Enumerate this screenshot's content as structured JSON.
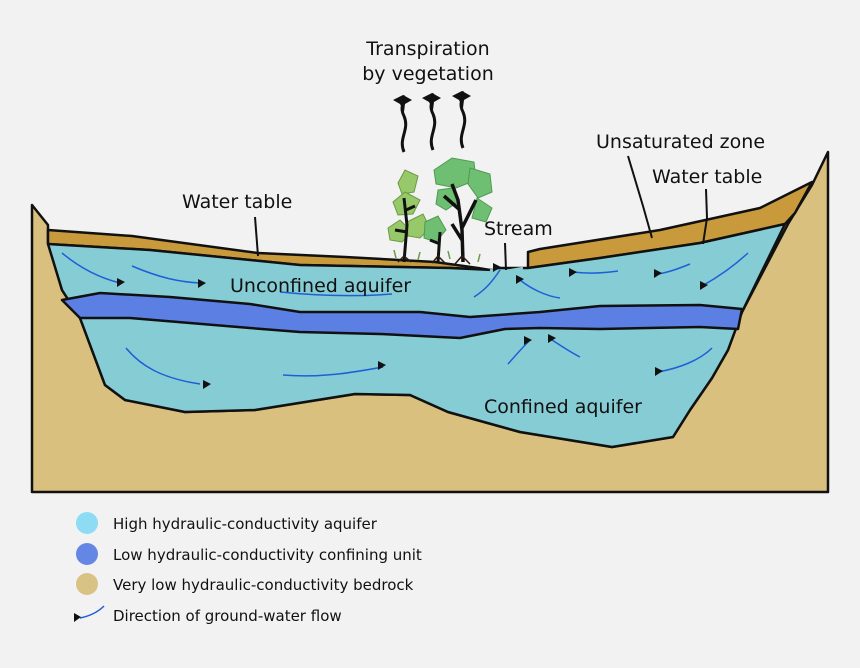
{
  "labels": {
    "transpiration_line1": "Transpiration",
    "transpiration_line2": "by vegetation",
    "water_table_left": "Water table",
    "unsaturated_zone": "Unsaturated zone",
    "water_table_right": "Water table",
    "stream": "Stream",
    "unconfined_aquifer": "Unconfined aquifer",
    "confined_aquifer": "Confined aquifer"
  },
  "legend": [
    {
      "label": "High hydraulic-conductivity aquifer",
      "color": "#8ddcf3"
    },
    {
      "label": "Low hydraulic-conductivity confining unit",
      "color": "#6487e6"
    },
    {
      "label": "Very low hydraulic-conductivity bedrock",
      "color": "#d9c384"
    },
    {
      "label": "Direction of ground-water flow",
      "color": "#1f5fd6"
    }
  ],
  "colors": {
    "aquifer": "#86ccd4",
    "confining_unit": "#5c7fe3",
    "bedrock": "#d9c07e",
    "unsaturated_zone": "#c89a3c",
    "flow_line": "#1f5fd6",
    "foliage_light": "#97c96a",
    "foliage_mid": "#6fbf73",
    "trunk": "#111111"
  }
}
